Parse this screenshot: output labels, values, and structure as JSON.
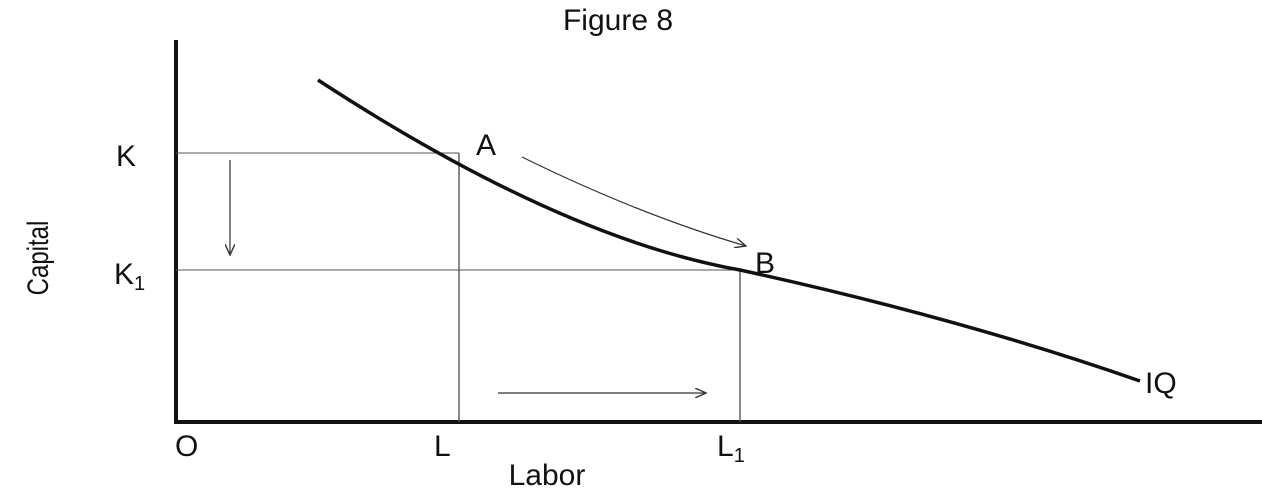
{
  "figure": {
    "title": "Figure 8",
    "axis_x_label": "Labor",
    "axis_y_label": "Capital",
    "origin_label": "O",
    "curve_label": "IQ",
    "x_ticks": [
      {
        "base": "L",
        "sub": ""
      },
      {
        "base": "L",
        "sub": "1"
      }
    ],
    "y_ticks": [
      {
        "base": "K",
        "sub": ""
      },
      {
        "base": "K",
        "sub": "1"
      }
    ],
    "points": [
      {
        "label": "A"
      },
      {
        "label": "B"
      }
    ]
  },
  "colors": {
    "line": "#111111",
    "guide": "#555555",
    "background": "#ffffff"
  }
}
